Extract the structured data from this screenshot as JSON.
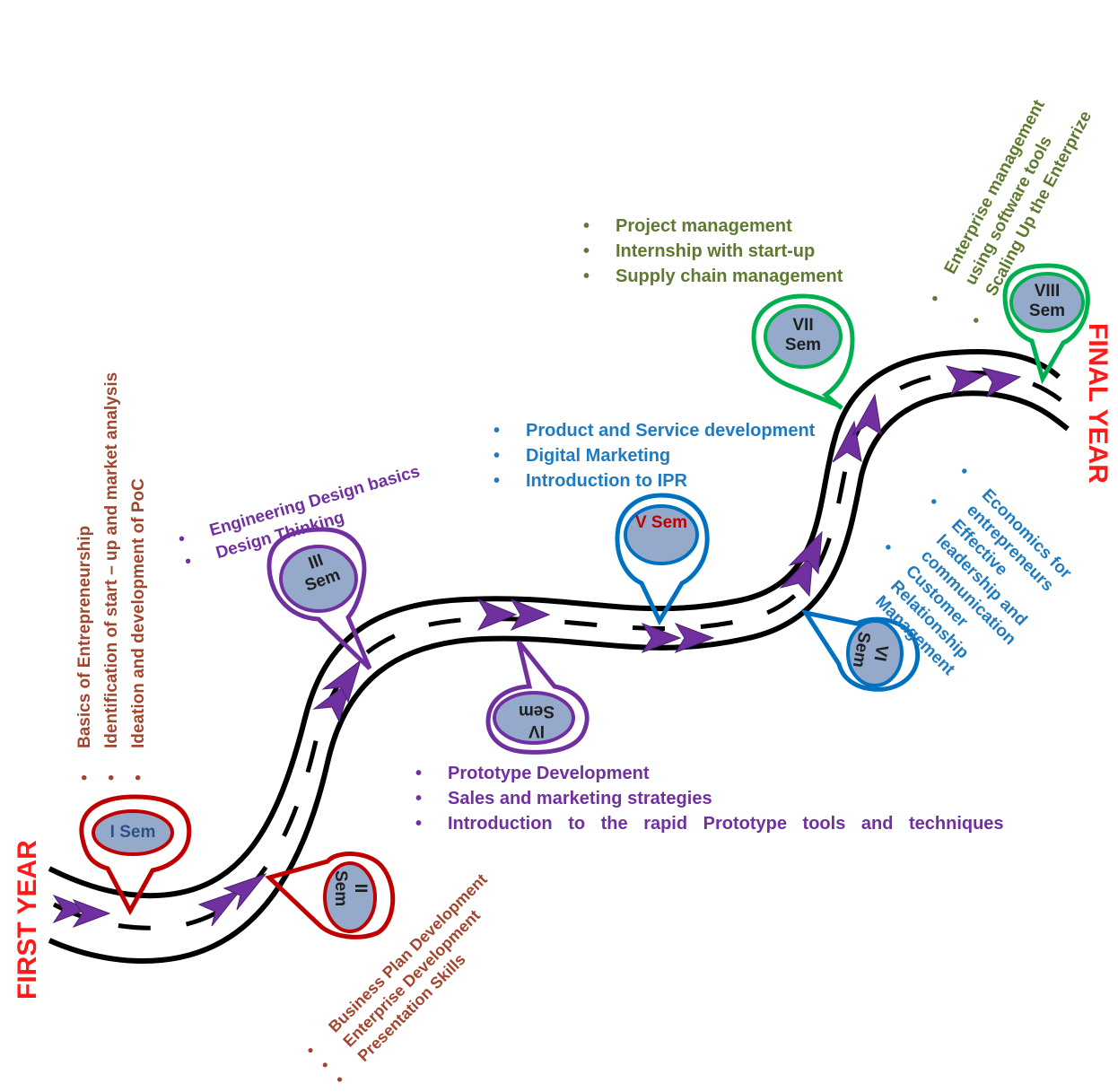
{
  "years": {
    "first": "FIRST YEAR",
    "final": "FINAL YEAR"
  },
  "colors": {
    "road": "#000000",
    "arrow": "#7030a0",
    "sem1_2": "#c00000",
    "sem3_4": "#7030a0",
    "sem5_6": "#0070c0",
    "sem7_8": "#00b050",
    "pin_fill": "#95a9cb",
    "text_brown": "#a0462e",
    "text_purple": "#7030a0",
    "text_blue": "#1f7bc0",
    "text_olive": "#5f7a30",
    "year": "#ff1a1a"
  },
  "semesters": [
    {
      "label": "I Sem"
    },
    {
      "label": "II Sem"
    },
    {
      "label": "III Sem"
    },
    {
      "label": "IV Sem"
    },
    {
      "label": "V Sem"
    },
    {
      "label": "VI Sem"
    },
    {
      "label": "VII Sem"
    },
    {
      "label": "VIII Sem"
    }
  ],
  "topics": {
    "sem1": [
      "Basics of Entrepreneurship",
      "Identification of start – up and market analysis",
      "Ideation and development of PoC"
    ],
    "sem2": [
      "Business Plan Development",
      "Enterprise Development",
      "Presentation Skills"
    ],
    "sem3": [
      "Engineering Design basics",
      "Design Thinking"
    ],
    "sem4": [
      "Prototype Development",
      "Sales and marketing strategies",
      "Introduction to the rapid Prototype tools and techniques"
    ],
    "sem5": [
      "Product and Service development",
      "Digital Marketing",
      "Introduction to IPR"
    ],
    "sem6": [
      "Economics for entrepreneurs",
      "Effective leadership and communication",
      "Customer Relationship Management"
    ],
    "sem7": [
      "Project management",
      "Internship with start-up",
      "Supply chain management"
    ],
    "sem8": [
      "Enterprise management using software tools",
      "Scaling Up the Enterprize"
    ]
  }
}
